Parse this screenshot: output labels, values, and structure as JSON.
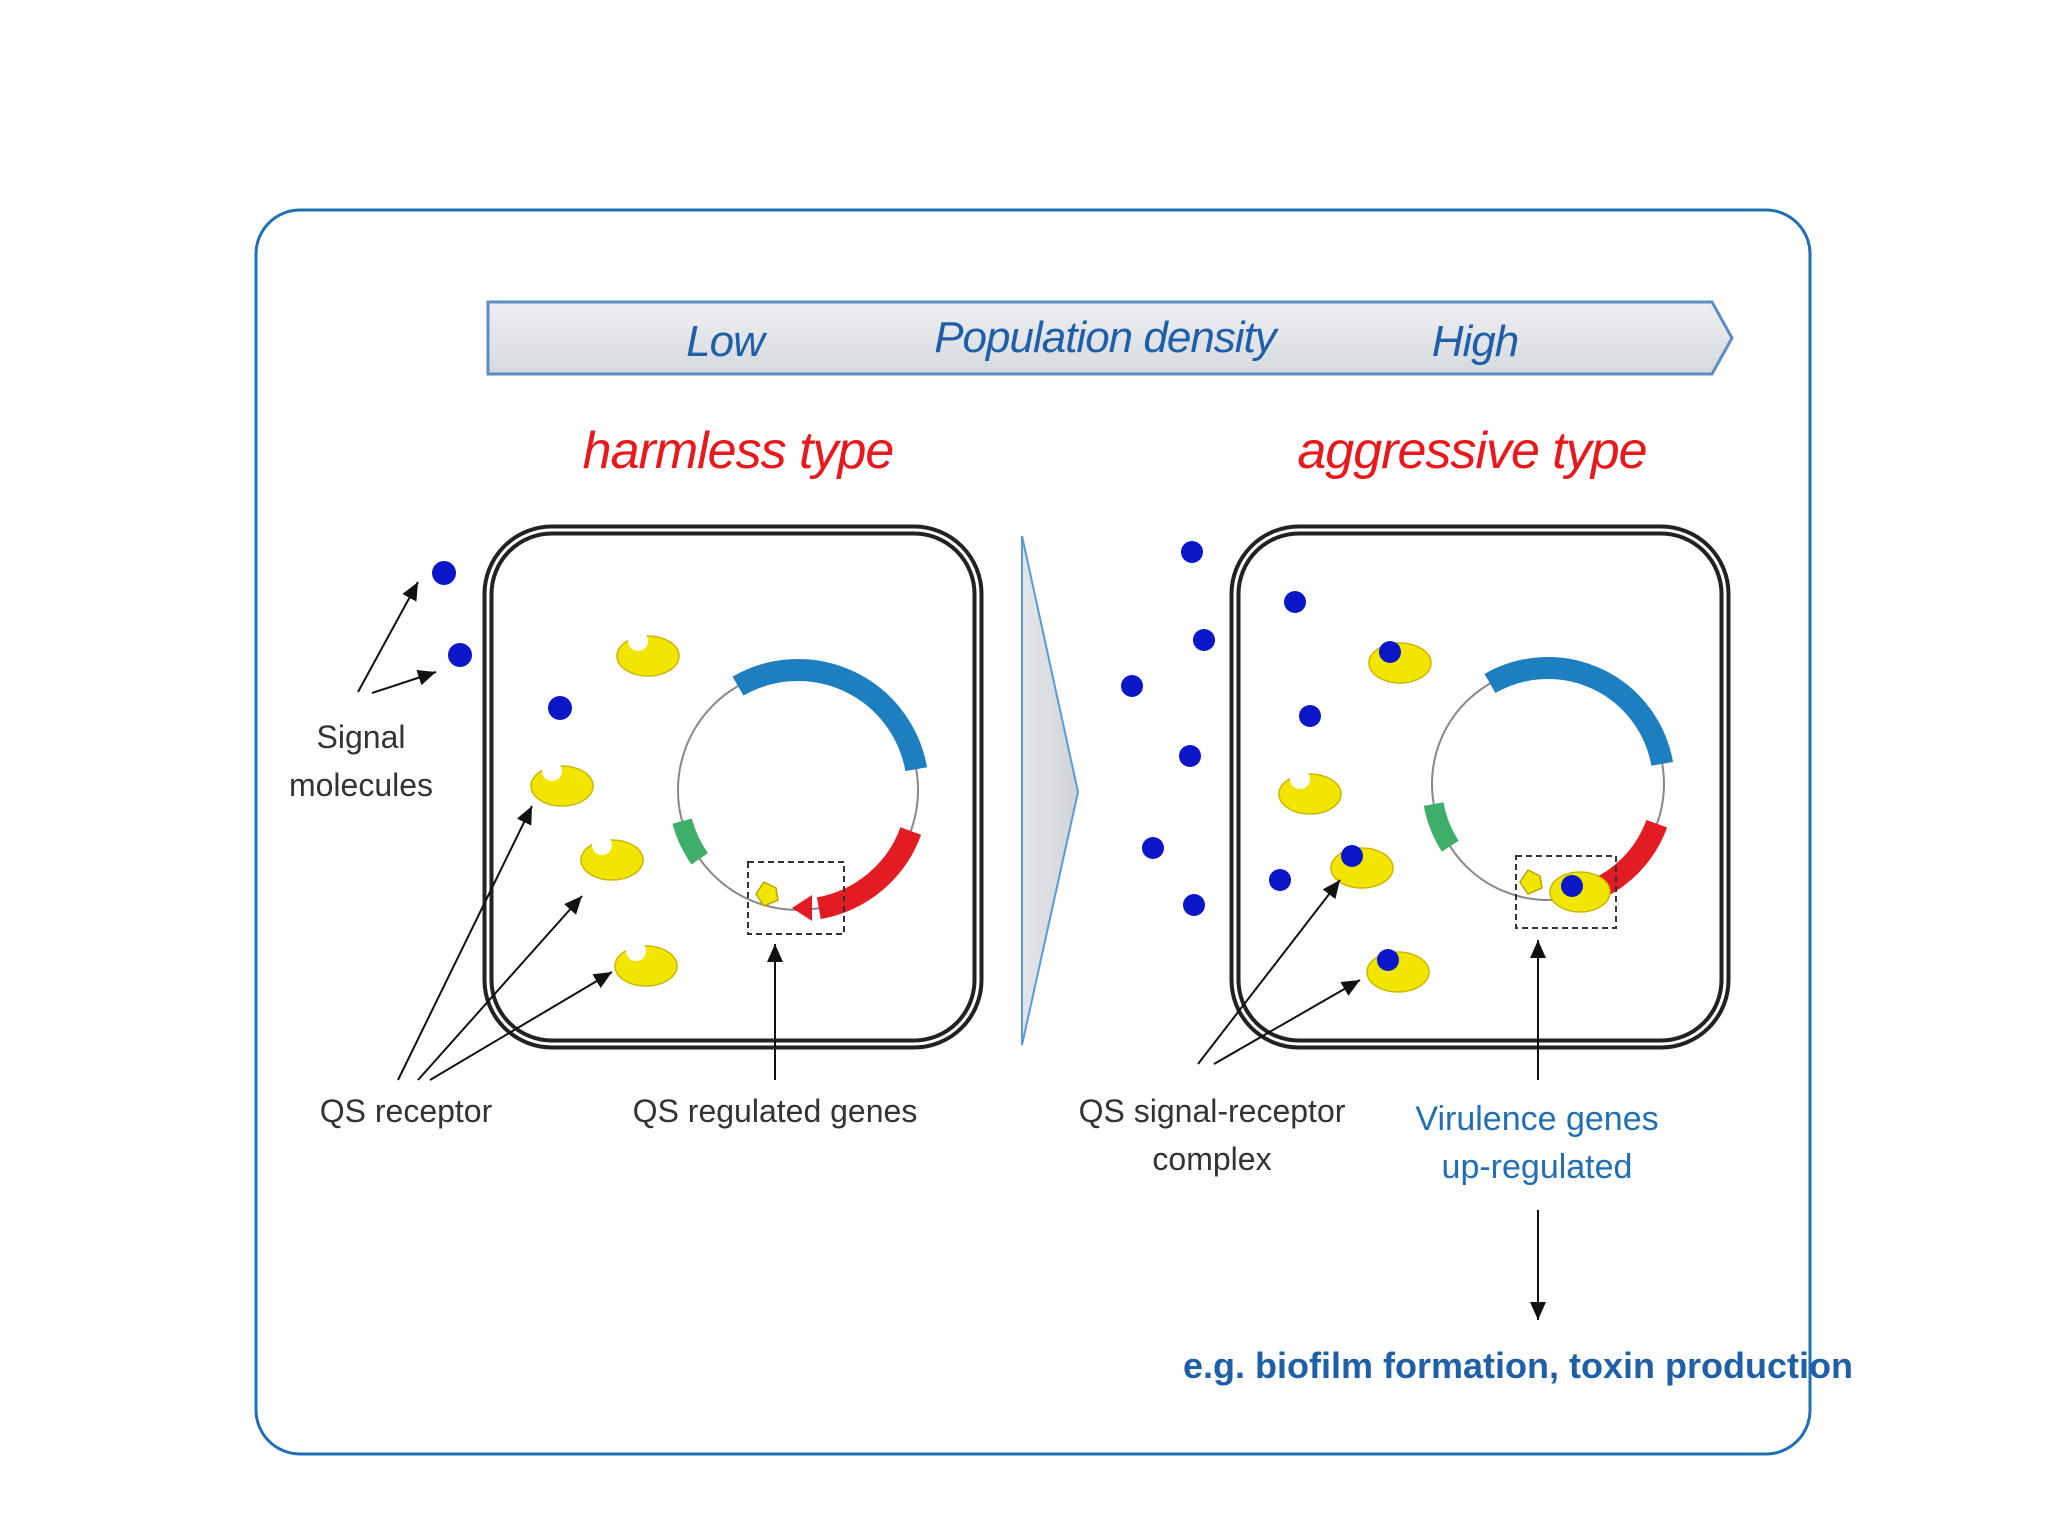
{
  "density_arrow": {
    "low": "Low",
    "title": "Population density",
    "high": "High"
  },
  "types": {
    "left": "harmless type",
    "right": "aggressive type"
  },
  "labels": {
    "signal_line1": "Signal",
    "signal_line2": "molecules",
    "qs_receptor": "QS receptor",
    "qs_genes": "QS regulated genes",
    "complex_line1": "QS signal-receptor",
    "complex_line2": "complex",
    "virulence_line1": "Virulence genes",
    "virulence_line2": "up-regulated",
    "example": "e.g. biofilm formation, toxin production"
  },
  "colors": {
    "frame": "#1f6fb2",
    "signal": "#0a16c8",
    "receptor": "#f2e600",
    "title_red": "#e8181c",
    "text_blue": "#1f5fa8",
    "gene_blue": "#1e7fc0",
    "gene_red": "#e31b23",
    "gene_green": "#3fae6a"
  }
}
